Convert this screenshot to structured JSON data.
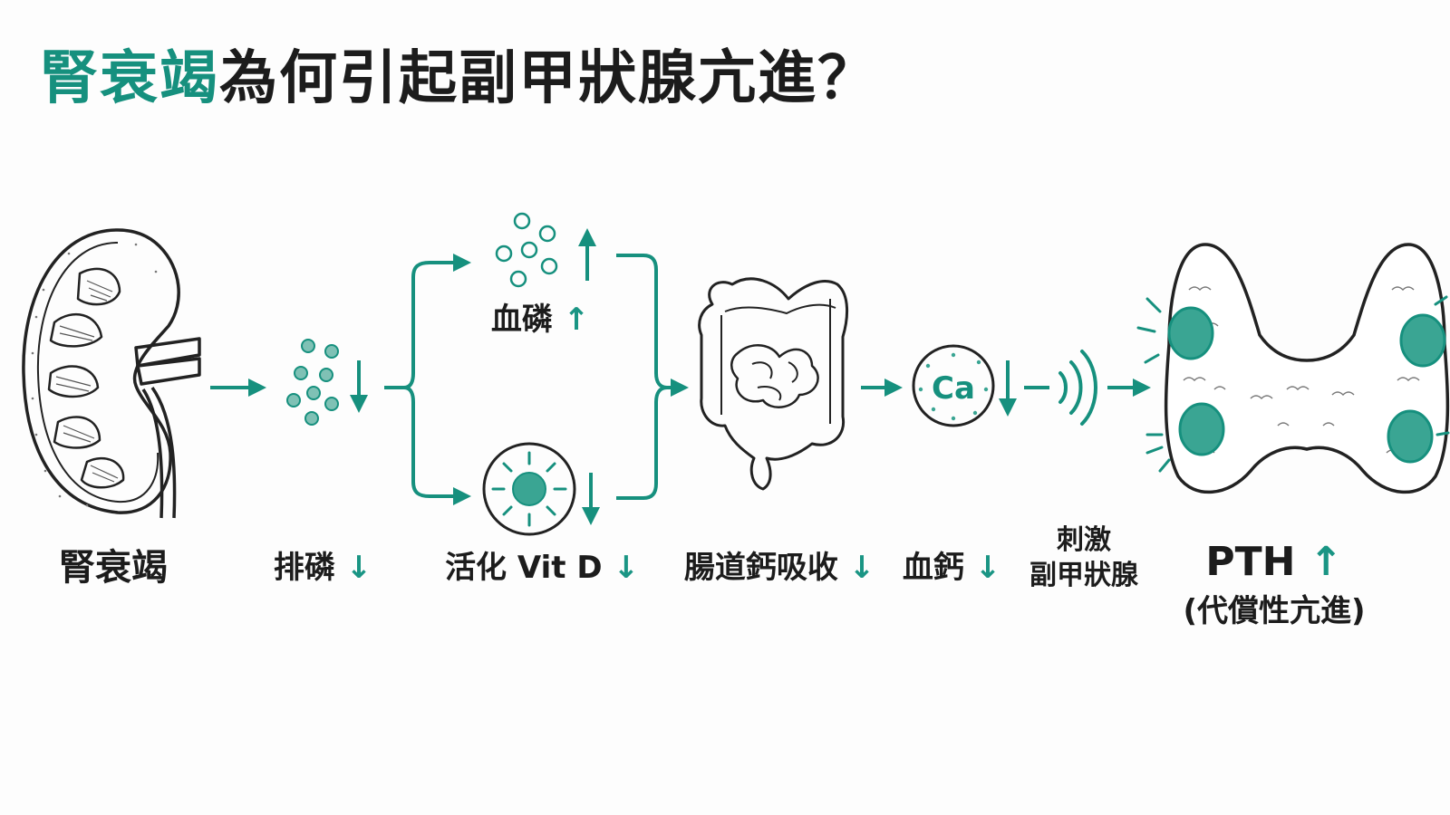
{
  "title": {
    "highlight": "腎衰竭",
    "rest": "為何引起副甲狀腺亢進？"
  },
  "colors": {
    "accent": "#16907e",
    "accent_fill": "#3aa593",
    "ink": "#1c1c1c"
  },
  "arrows": {
    "up": "↑",
    "down": "↓"
  },
  "nodes": {
    "kidney": {
      "label": "腎衰竭",
      "icon": "kidney-icon"
    },
    "phosphate_excretion": {
      "label": "排磷",
      "icon": "phosphate-particles-icon"
    },
    "blood_phosphate": {
      "label": "血磷",
      "icon": "phosphate-particles-icon"
    },
    "active_vitd": {
      "label": "活化 Vit D",
      "icon": "vitamin-d-sun-icon"
    },
    "intestinal_calcium": {
      "label": "腸道鈣吸收",
      "icon": "intestine-icon"
    },
    "blood_calcium": {
      "label": "血鈣",
      "icon": "calcium-icon",
      "symbol": "Ca"
    },
    "stimulate": {
      "label_line1": "刺激",
      "label_line2": "副甲狀腺",
      "icon": "signal-waves-icon"
    },
    "pth": {
      "label": "PTH",
      "sub": "(代償性亢進)",
      "icon": "parathyroid-gland-icon"
    }
  }
}
